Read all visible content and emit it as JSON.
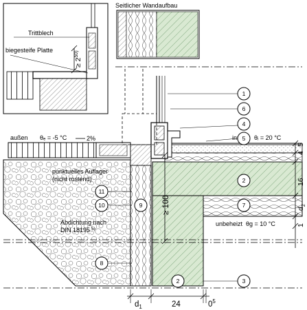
{
  "labels": {
    "side_wall_title": "Seitlicher Wandaufbau",
    "trittblech": "Trittblech",
    "biegesteife_platte": "biegesteife Platte",
    "inset_dim": "≥ 2",
    "inset_dim_sup": "50)",
    "aussen": "außen",
    "theta_e": "θₑ = -5 °C",
    "slope": "2%",
    "innen": "innen",
    "theta_i": "θᵢ = 20 °C",
    "punktuelles_line1": "punktuelles Auflager",
    "punktuelles_line2": "(nicht rostend)",
    "abdichtung_line1": "Abdichtung nach",
    "abdichtung_line2": "DIN 18195",
    "abdichtung_sup": "5)",
    "unbeheizt": "unbeheizt",
    "theta_g": "θg = 10 °C",
    "dim_100": "≥ 100"
  },
  "callouts": [
    "1",
    "6",
    "4",
    "5",
    "2",
    "7",
    "11",
    "10",
    "9",
    "2",
    "8",
    "3"
  ],
  "right_dims": {
    "d4": "4",
    "d5": "5",
    "d16": "16",
    "d2": "d",
    "d2_sub": "2",
    "d1": "1"
  },
  "bottom_dims": {
    "d1": "d",
    "d1_sub": "1",
    "d24": "24",
    "d0": "0",
    "d0_sup": "5"
  },
  "colors": {
    "concrete_green": "#d9e9d2",
    "hatch": "#4a7a4a",
    "line": "#000000"
  }
}
